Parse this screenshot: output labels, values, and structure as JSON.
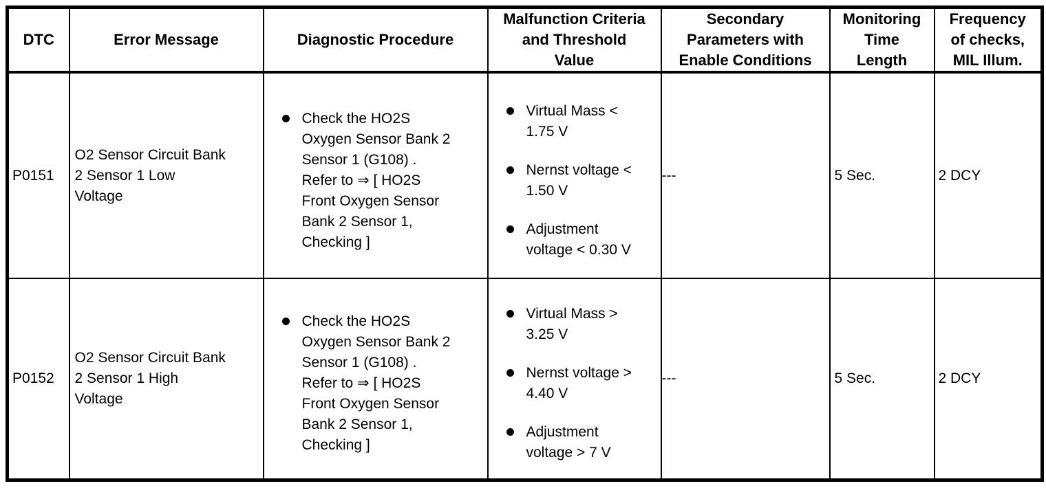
{
  "colors": {
    "border": "#000000",
    "background": "#ffffff",
    "text": "#000000"
  },
  "table": {
    "headers": [
      "DTC",
      "Error Message",
      "Diagnostic Procedure",
      "Malfunction Criteria\nand Threshold\nValue",
      "Secondary\nParameters with\nEnable Conditions",
      "Monitoring\nTime\nLength",
      "Frequency\nof checks,\nMIL Illum."
    ],
    "rows": [
      {
        "dtc": "P0151",
        "error_message": "O2 Sensor Circuit Bank\n2 Sensor 1 Low\nVoltage",
        "diagnostic_procedure": [
          "Check the HO2S\nOxygen Sensor Bank 2\nSensor 1 (G108) .\nRefer to ⇒ [ HO2S\nFront Oxygen Sensor\nBank 2 Sensor 1,\nChecking ]"
        ],
        "malfunction_criteria": [
          "Virtual Mass <\n1.75 V",
          "Nernst voltage <\n1.50 V",
          "Adjustment\nvoltage < 0.30 V"
        ],
        "secondary_parameters": "---",
        "monitoring_time": "5 Sec.",
        "frequency": "2 DCY"
      },
      {
        "dtc": "P0152",
        "error_message": "O2 Sensor Circuit Bank\n2 Sensor 1 High\nVoltage",
        "diagnostic_procedure": [
          "Check the HO2S\nOxygen Sensor Bank 2\nSensor 1 (G108) .\nRefer to ⇒ [ HO2S\nFront Oxygen Sensor\nBank 2 Sensor 1,\nChecking ]"
        ],
        "malfunction_criteria": [
          "Virtual Mass >\n3.25 V",
          "Nernst voltage >\n4.40 V",
          "Adjustment\nvoltage > 7 V"
        ],
        "secondary_parameters": "---",
        "monitoring_time": "5 Sec.",
        "frequency": "2 DCY"
      }
    ]
  }
}
